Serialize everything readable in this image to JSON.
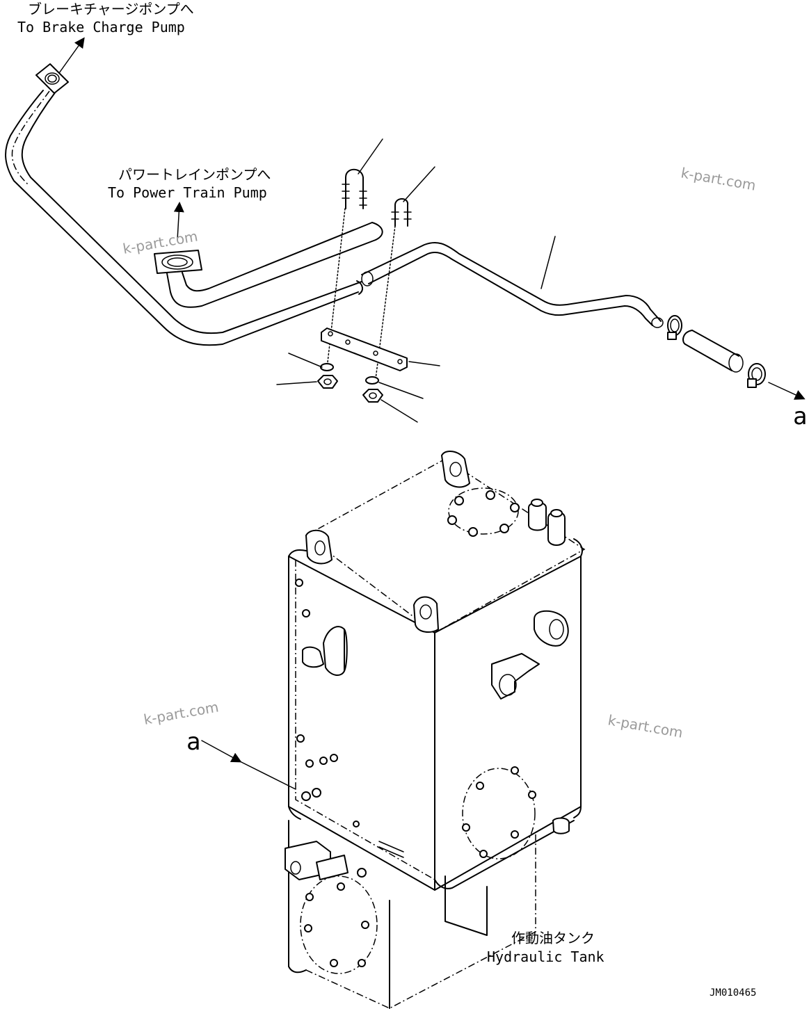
{
  "labels": {
    "brake_pump_jp": "ブレーキチャージポンプへ",
    "brake_pump_en": "To Brake Charge Pump",
    "power_train_jp": "パワートレインポンプへ",
    "power_train_en": "To Power Train Pump",
    "tank_jp": "作動油タンク",
    "tank_en": "Hydraulic Tank",
    "ref_a_right": "a",
    "ref_a_left": "a",
    "drawing_no": "JM010465"
  },
  "watermarks": [
    "k-part.com",
    "k-part.com",
    "k-part.com",
    "k-part.com"
  ]
}
